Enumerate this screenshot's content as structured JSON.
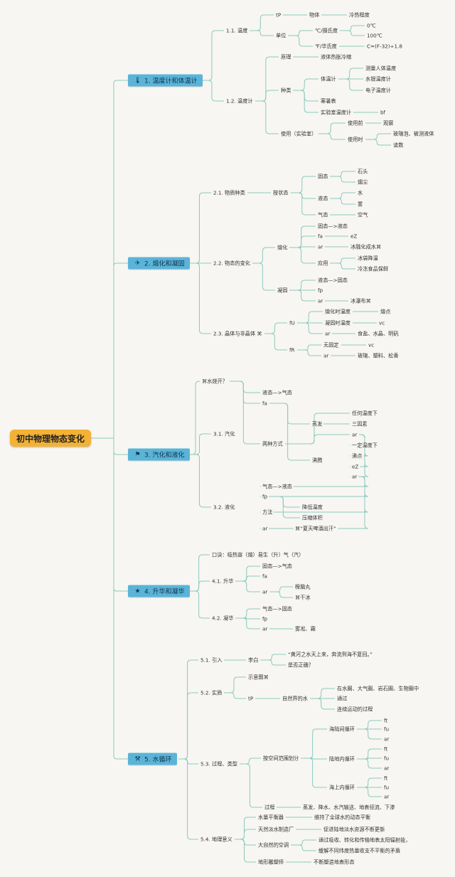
{
  "root": "初中物理物态变化",
  "chapters": [
    {
      "label": "1. 温度计和体温计",
      "icon": "thermometer-icon",
      "glyph": "🌡"
    },
    {
      "label": "2. 熔化和凝固",
      "icon": "paper-plane-icon",
      "glyph": "✈"
    },
    {
      "label": "3. 汽化和液化",
      "icon": "flag-icon",
      "glyph": "⚑"
    },
    {
      "label": "4. 升华和凝华",
      "icon": "star-icon",
      "glyph": "★"
    },
    {
      "label": "5. 水循环",
      "icon": "tools-icon",
      "glyph": "⚒"
    }
  ],
  "nodes": [
    "1.1. 温度",
    "tP",
    "物体",
    "冷热程度",
    "单位",
    "℃/摄氏度",
    "0℃",
    "100℃",
    "℉/华氏度",
    "C=(F-32)÷1.8",
    "1.2. 温度计",
    "原理",
    "液体热胀冷缩",
    "种类",
    "体温计",
    "测量人体温度",
    "水银温度计",
    "电子温度计",
    "寒暑表",
    "实验室温度计",
    "bf",
    "使用（实验室）",
    "使用前",
    "观察",
    "使用时",
    "玻璃泡、被测液体",
    "读数",
    "2.1. 物质种类",
    "按状态",
    "固态",
    "石头",
    "烟尘",
    "液态",
    "水",
    "雾",
    "气态",
    "空气",
    "2.2. 物态的变化",
    "熔化",
    "固态—>液态",
    "fa",
    "eZ",
    "ar",
    "冰融化成水⌘",
    "应用",
    "冰袋降温",
    "冷冻食品保鲜",
    "凝固",
    "液态—>固态",
    "fp",
    "ar",
    "冰瀑布⌘",
    "2.3. 晶体与非晶体 ⌘",
    "fU",
    "熔化时温度",
    "熔点",
    "凝固时温度",
    "vc",
    "ar",
    "食盐、水晶、明矾",
    "fR",
    "无固定",
    "vc",
    "ar",
    "玻璃、塑料、松香",
    "⌘水烧开？",
    "3.1. 汽化",
    "液态—>气态",
    "fa",
    "两种方式",
    "蒸发",
    "任何温度下",
    "三因素",
    "ar",
    "沸腾",
    "一定温度下",
    "沸点",
    "eZ",
    "ar",
    "3.2. 液化",
    "气态—>液态",
    "fp",
    "方法",
    "降低温度",
    "压缩体积",
    "ar",
    "⌘“夏天啤酒出汗”",
    "口诀：吸热容（熔）易生（升）气（汽）",
    "4.1. 升华",
    "固态—>气态",
    "fa",
    "ar",
    "樟脑丸",
    "⌘干冰",
    "4.2. 凝华",
    "气态—>固态",
    "fp",
    "ar",
    "雾凇、霜",
    "5.1. 引入",
    "李白",
    "“黄河之水天上来，奔流到海不复回。”",
    "是否正确？",
    "5.2. 实质",
    "示意图⌘",
    "tP",
    "自然界的水",
    "在水圈、大气圈、岩石圈、生物圈中",
    "通过",
    "连续运动的过程",
    "5.3. 过程、类型",
    "按空间范围划分",
    "海陆间循环",
    "ft",
    "fu",
    "ar",
    "陆地内循环",
    "ft",
    "fu",
    "ar",
    "海上内循环",
    "ft",
    "fu",
    "ar",
    "过程",
    "蒸发、降水、水汽输送、地表径流、下渗",
    "5.4. 地理意义",
    "水量平衡器",
    "维持了全球水的动态平衡",
    "天然淡水制造厂",
    "促进陆地淡水资源不断更新",
    "大自然的空调",
    "通过吸收、转化和传输地表太阳辐射能，",
    "缓解不同纬度热量收支不平衡的矛盾",
    "地形雕塑师",
    "不断塑造地表形态"
  ]
}
